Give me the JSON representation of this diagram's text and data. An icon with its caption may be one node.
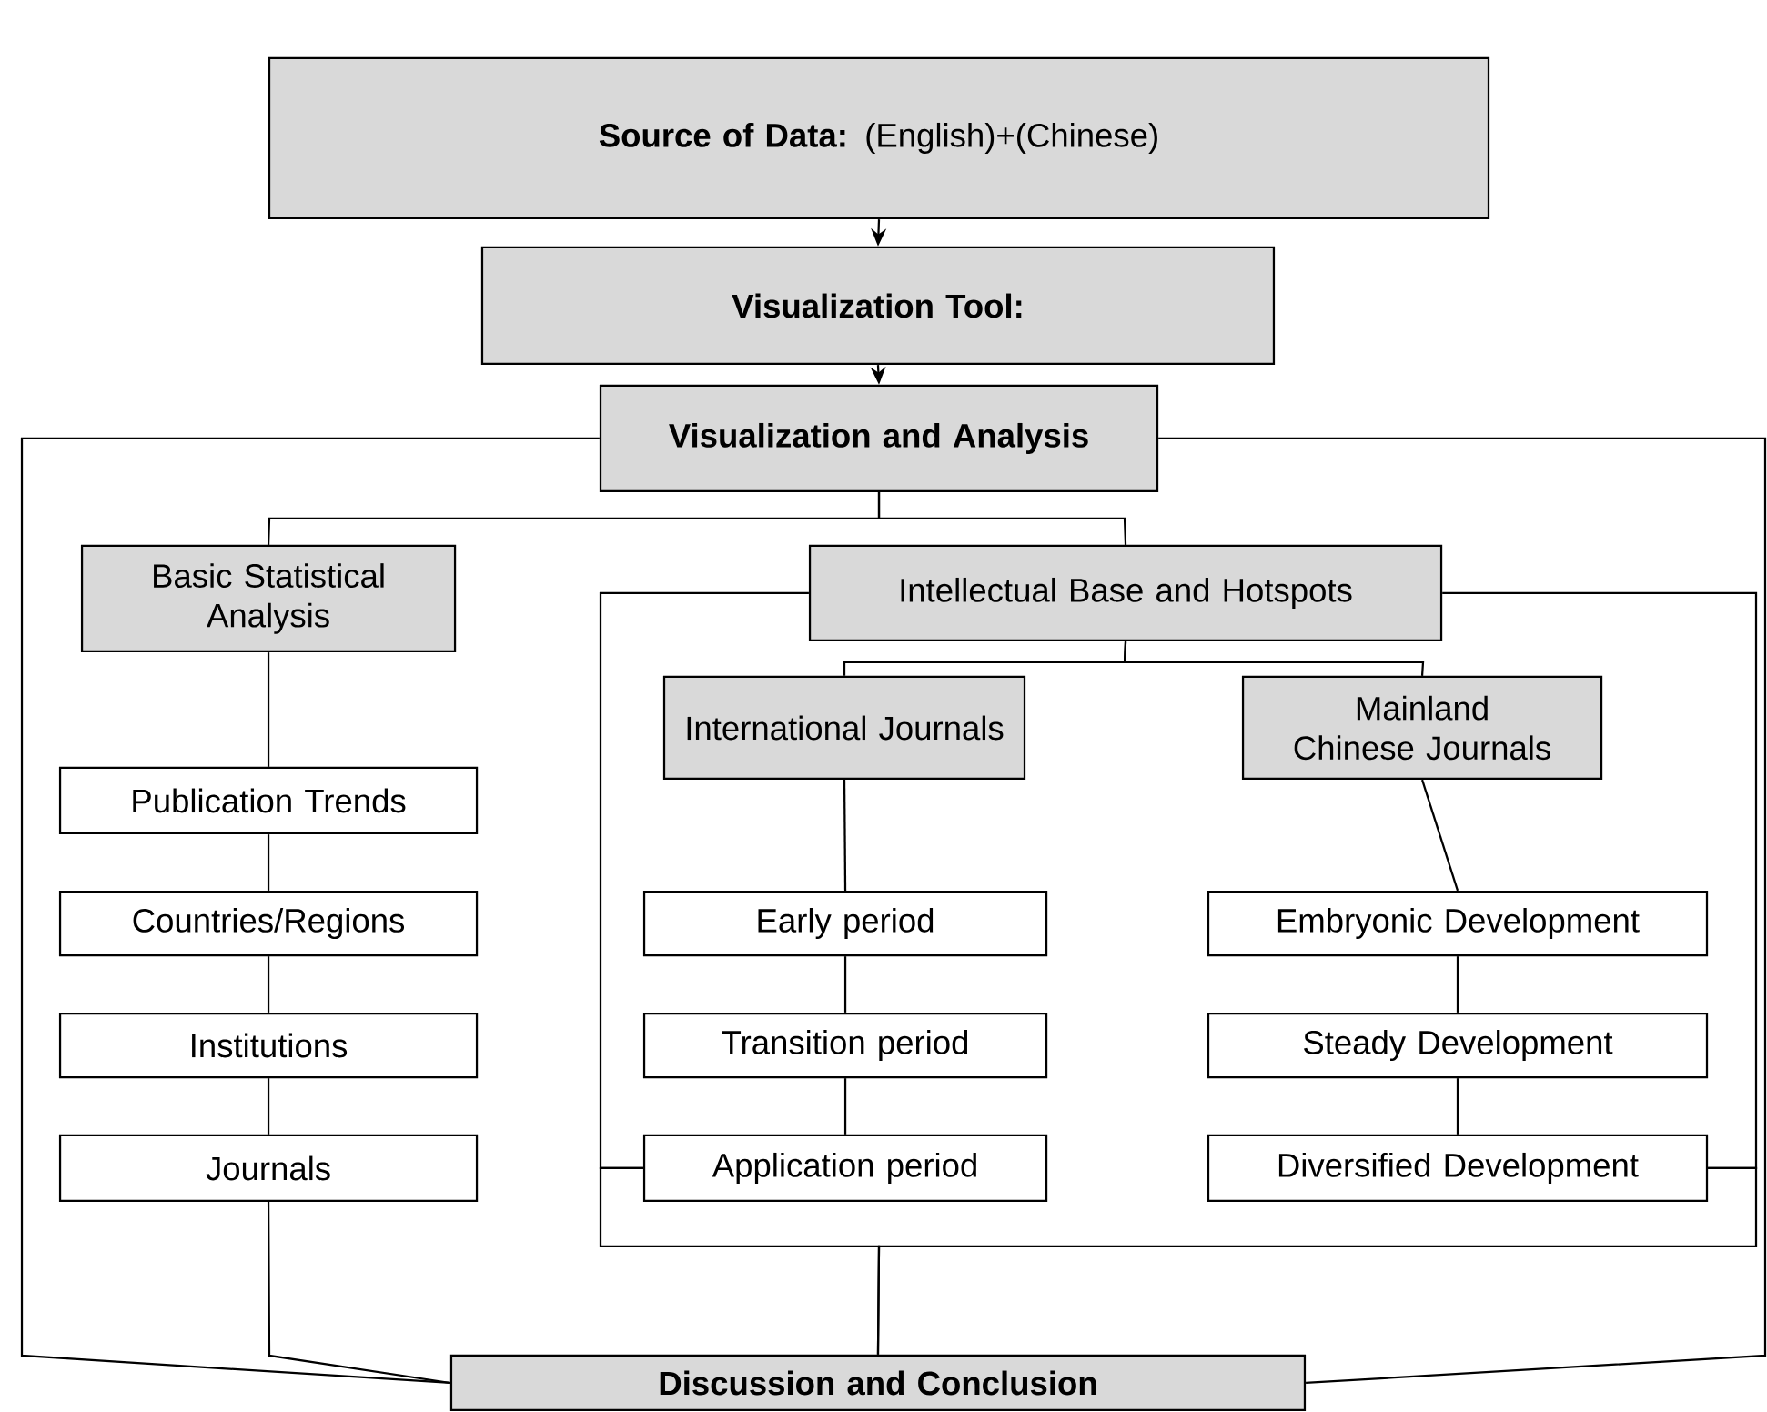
{
  "diagram": {
    "nodes": [
      {
        "text": [
          "Source of Data:",
          "(English)+(Chinese)"
        ]
      },
      {
        "text": [
          "Visualization Tool:"
        ]
      },
      {
        "text": [
          "Visualization and Analysis"
        ]
      },
      {
        "text": [
          "Basic Statistical Analysis"
        ]
      },
      {
        "text": [
          "Intellectual Base and Hotspots"
        ]
      },
      {
        "text": [
          "Publication Trends"
        ]
      },
      {
        "text": [
          "International Journals"
        ]
      },
      {
        "text": [
          "Mainland Chinese Journals"
        ]
      },
      {
        "text": [
          "Countries/Regions"
        ]
      },
      {
        "text": [
          "Early period"
        ]
      },
      {
        "text": [
          "Embryonic Development"
        ]
      },
      {
        "text": [
          "Institutions"
        ]
      },
      {
        "text": [
          "Transition period"
        ]
      },
      {
        "text": [
          "Steady Development"
        ]
      },
      {
        "text": [
          "Journals"
        ]
      },
      {
        "text": [
          "Application period"
        ]
      },
      {
        "text": [
          "Diversified Development"
        ]
      },
      {
        "text": [
          "Discussion and Conclusion"
        ]
      }
    ],
    "edges": [
      {
        "from": 0,
        "to": 1,
        "arrow": "to"
      },
      {
        "from": 1,
        "to": 2,
        "arrow": "to"
      },
      {
        "from": 2,
        "to": 3,
        "arrow": "none"
      },
      {
        "from": 2,
        "to": 4,
        "arrow": "none"
      },
      {
        "from": 3,
        "to": 5,
        "arrow": "none"
      },
      {
        "from": 5,
        "to": 8,
        "arrow": "none"
      },
      {
        "from": 8,
        "to": 11,
        "arrow": "none"
      },
      {
        "from": 11,
        "to": 14,
        "arrow": "none"
      },
      {
        "from": 4,
        "to": 6,
        "arrow": "none"
      },
      {
        "from": 4,
        "to": 7,
        "arrow": "none"
      },
      {
        "from": 6,
        "to": 9,
        "arrow": "none"
      },
      {
        "from": 9,
        "to": 12,
        "arrow": "none"
      },
      {
        "from": 12,
        "to": 15,
        "arrow": "none"
      },
      {
        "from": 7,
        "to": 10,
        "arrow": "none"
      },
      {
        "from": 10,
        "to": 13,
        "arrow": "none"
      },
      {
        "from": 13,
        "to": 16,
        "arrow": "none"
      },
      {
        "from": 4,
        "to": 15,
        "arrow": "none"
      },
      {
        "from": 4,
        "to": 16,
        "arrow": "none"
      },
      {
        "from": 15,
        "to": 17,
        "arrow": "none"
      },
      {
        "from": 16,
        "to": 17,
        "arrow": "none"
      },
      {
        "from": 2,
        "to": 17,
        "arrow": "none"
      },
      {
        "from": 2,
        "to": 17,
        "arrow": "none"
      },
      {
        "from": 14,
        "to": 17,
        "arrow": "none"
      }
    ]
  }
}
